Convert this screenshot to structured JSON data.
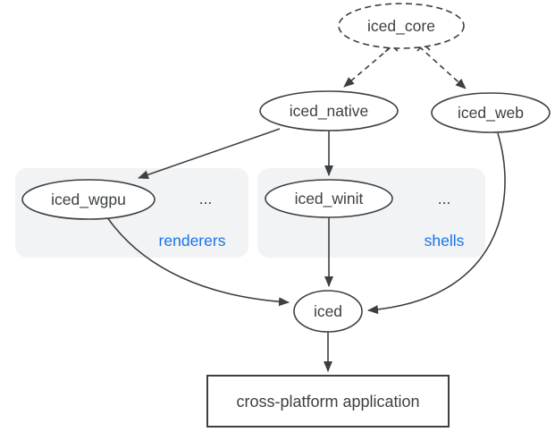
{
  "diagram": {
    "colors": {
      "stroke": "#3c4043",
      "text": "#3c4043",
      "accent_blue": "#1a73e8",
      "group_fill": "#f1f3f5",
      "node_fill": "#ffffff",
      "background": "#ffffff"
    },
    "nodes": {
      "iced_core": {
        "label": "iced_core",
        "shape": "dashed-ellipse"
      },
      "iced_native": {
        "label": "iced_native",
        "shape": "ellipse"
      },
      "iced_web": {
        "label": "iced_web",
        "shape": "ellipse"
      },
      "iced_wgpu": {
        "label": "iced_wgpu",
        "shape": "ellipse"
      },
      "iced_winit": {
        "label": "iced_winit",
        "shape": "ellipse"
      },
      "iced": {
        "label": "iced",
        "shape": "ellipse"
      },
      "app": {
        "label": "cross-platform application",
        "shape": "rectangle"
      }
    },
    "groups": {
      "renderers": {
        "label": "renderers",
        "more": "..."
      },
      "shells": {
        "label": "shells",
        "more": "..."
      }
    },
    "edges": [
      {
        "from": "iced_core",
        "to": "iced_native",
        "style": "dashed"
      },
      {
        "from": "iced_core",
        "to": "iced_web",
        "style": "dashed"
      },
      {
        "from": "iced_native",
        "to": "iced_wgpu",
        "style": "solid"
      },
      {
        "from": "iced_native",
        "to": "iced_winit",
        "style": "solid"
      },
      {
        "from": "iced_wgpu",
        "to": "iced",
        "style": "solid-curve"
      },
      {
        "from": "iced_winit",
        "to": "iced",
        "style": "solid"
      },
      {
        "from": "iced_web",
        "to": "iced",
        "style": "solid-curve"
      },
      {
        "from": "iced",
        "to": "app",
        "style": "solid"
      }
    ]
  }
}
